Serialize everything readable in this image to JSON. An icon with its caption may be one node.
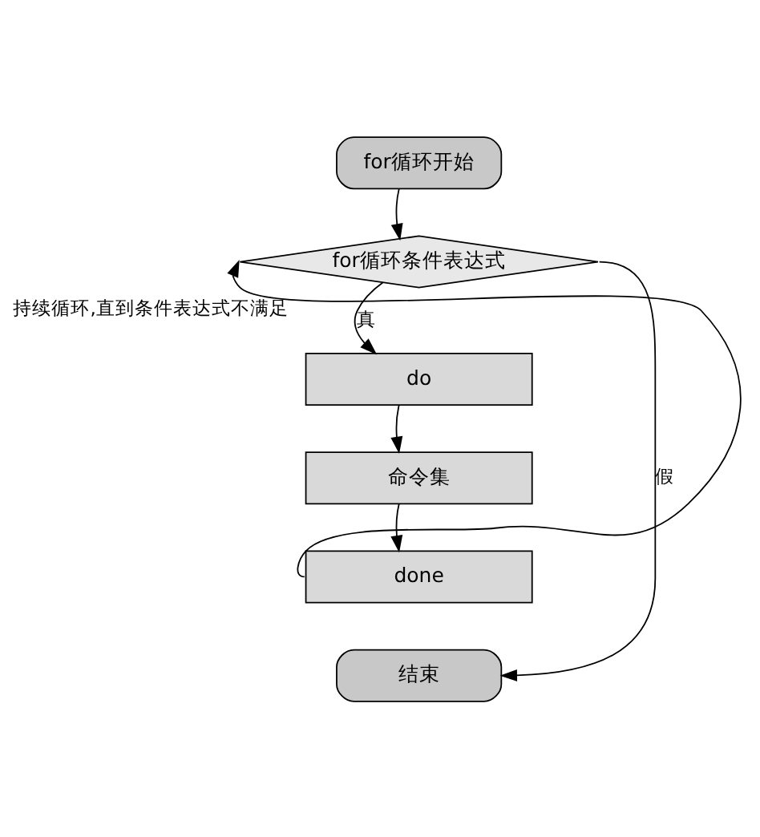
{
  "diagram": {
    "nodes": [
      {
        "text": [
          "for循环开始"
        ]
      },
      {
        "text": [
          "for循环条件表达式"
        ]
      },
      {
        "text": [
          "do"
        ]
      },
      {
        "text": [
          "命令集"
        ]
      },
      {
        "text": [
          "done"
        ]
      },
      {
        "text": [
          "结束"
        ]
      }
    ],
    "edges": [
      {
        "from": 0,
        "to": 1,
        "arrow": "to"
      },
      {
        "from": 1,
        "to": 2,
        "arrow": "to",
        "label": "真"
      },
      {
        "from": 2,
        "to": 3,
        "arrow": "to"
      },
      {
        "from": 3,
        "to": 4,
        "arrow": "to"
      },
      {
        "from": 4,
        "to": 1,
        "arrow": "to",
        "label": "持续循环,直到条件表达式不满足"
      },
      {
        "from": 1,
        "to": 5,
        "arrow": "to",
        "label": "假"
      }
    ]
  }
}
